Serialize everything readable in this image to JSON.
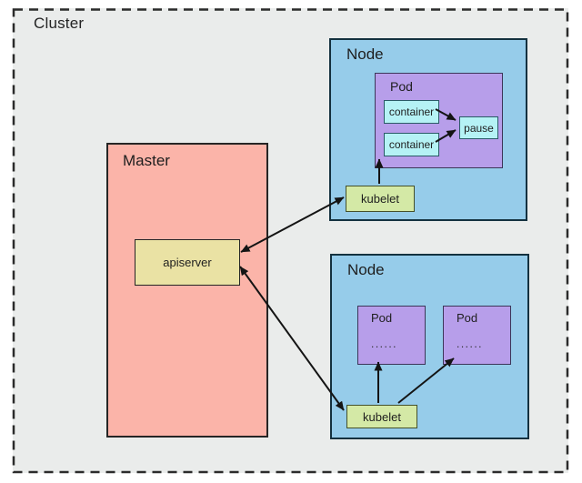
{
  "cluster": {
    "label": "Cluster"
  },
  "master": {
    "label": "Master",
    "apiserver": {
      "label": "apiserver"
    }
  },
  "nodes": [
    {
      "label": "Node",
      "pod": {
        "label": "Pod",
        "containers": [
          "container",
          "container"
        ],
        "pause": "pause"
      },
      "kubelet": "kubelet"
    },
    {
      "label": "Node",
      "pods": [
        {
          "label": "Pod",
          "dots": "......"
        },
        {
          "label": "Pod",
          "dots": "......"
        }
      ],
      "kubelet": "kubelet"
    }
  ],
  "colors": {
    "cluster_bg": "#eaeceb",
    "master_bg": "#fbb4a9",
    "apiserver_bg": "#eae2a4",
    "node_bg": "#96ccea",
    "node_border": "#14313f",
    "pod_bg": "#b79eea",
    "pod_border": "#3c3558",
    "container_bg": "#b5f2f5",
    "cyan_border": "#2a5a66",
    "kubelet_bg": "#d4e9a6",
    "kubelet_border": "#44502a",
    "border_dark": "#252525",
    "arrow": "#141414",
    "dash": "#2b2b2b"
  }
}
